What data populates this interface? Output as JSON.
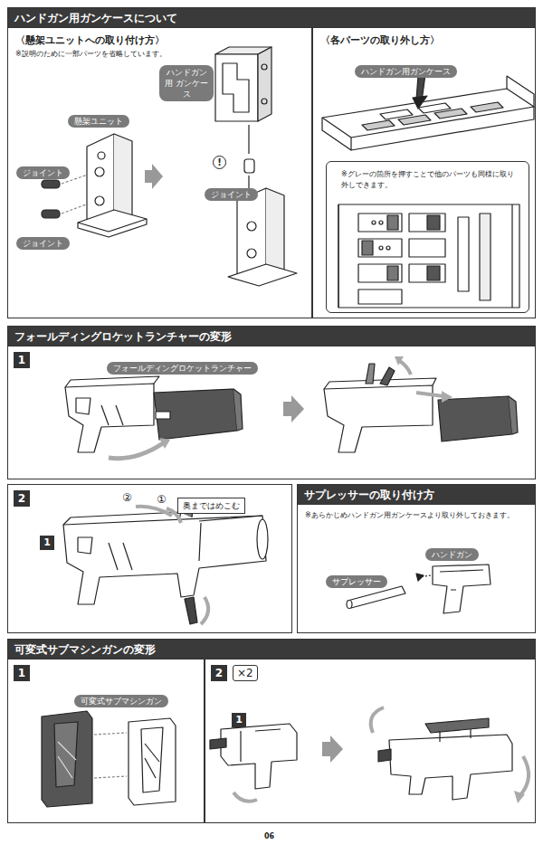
{
  "diagram": {
    "nodes": [
      {
        "text": [
          "ハンドガン用ガンケースについて"
        ]
      },
      {
        "text": [
          "〈懸架ユニットへの取り付け方〉",
          "※説明のために一部パーツを省略しています。"
        ],
        "in": 0
      },
      {
        "text": [
          "懸架ユニット"
        ],
        "in": 1
      },
      {
        "text": [
          "ジョイント"
        ],
        "in": 1
      },
      {
        "text": [
          "ジョイント"
        ],
        "in": 1
      },
      {
        "text": [
          "ハンドガン用 ガンケース"
        ],
        "in": 1
      },
      {
        "text": [
          "ジョイント"
        ],
        "in": 1
      },
      {
        "text": [
          "〈各パーツの取り外し方〉"
        ],
        "in": 0
      },
      {
        "text": [
          "ハンドガン用ガンケース"
        ],
        "in": 7
      },
      {
        "text": [
          "※グレーの箇所を押すことで他のパーツも同様に取り外しできます。"
        ],
        "in": 7
      },
      {
        "text": [
          "フォールディングロケットランチャーの変形"
        ]
      },
      {
        "text": [
          "1"
        ],
        "in": 10
      },
      {
        "text": [
          "フォールディングロケットランチャー"
        ],
        "in": 11
      },
      {
        "text": [
          "2"
        ]
      },
      {
        "text": [
          "奥まではめこむ"
        ],
        "in": 13
      },
      {
        "text": [
          "サプレッサーの取り付け方",
          "※あらかじめハンドガン用ガンケースより取り外しておきます。"
        ]
      },
      {
        "text": [
          "ハンドガン"
        ],
        "in": 15
      },
      {
        "text": [
          "サプレッサー"
        ],
        "in": 15
      },
      {
        "text": [
          "可変式サブマシンガンの変形"
        ]
      },
      {
        "text": [
          "1"
        ],
        "in": 18
      },
      {
        "text": [
          "可変式サブマシンガン"
        ],
        "in": 19
      },
      {
        "text": [
          "2",
          "×2"
        ],
        "in": 18
      }
    ],
    "labels": [
      "!",
      "②",
      "①",
      "1",
      "1",
      "06"
    ]
  }
}
